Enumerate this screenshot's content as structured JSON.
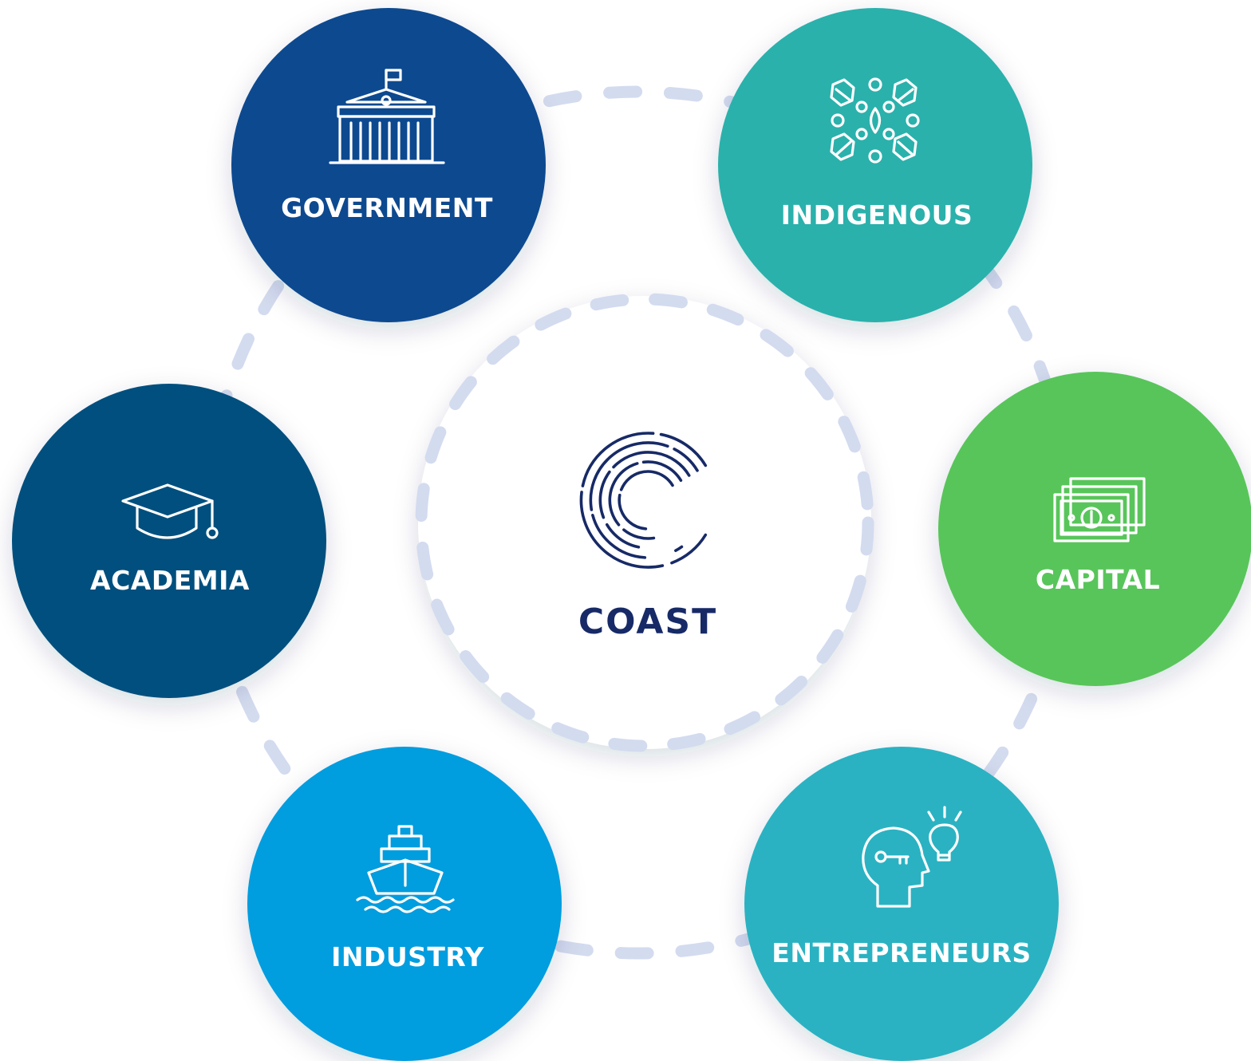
{
  "colors": {
    "background": "#ffffff",
    "dash_ring": "#d3dbef",
    "center_ink": "#172a67",
    "government": "#08488f",
    "indigenous": "#2cb1ac",
    "capital": "#58c55a",
    "entrepreneurs": "#2cb2c2",
    "industry": "#039ddf",
    "academia": "#044f7e"
  },
  "center": {
    "label": "COAST",
    "logo_icon": "coast-c-logo-icon"
  },
  "nodes": [
    {
      "id": "government",
      "label": "GOVERNMENT",
      "icon": "government-building-icon"
    },
    {
      "id": "indigenous",
      "label": "INDIGENOUS",
      "icon": "leaf-pattern-icon"
    },
    {
      "id": "capital",
      "label": "CAPITAL",
      "icon": "money-stack-icon"
    },
    {
      "id": "entrepreneurs",
      "label": "ENTREPRENEURS",
      "icon": "head-key-lightbulb-icon"
    },
    {
      "id": "industry",
      "label": "INDUSTRY",
      "icon": "ship-icon"
    },
    {
      "id": "academia",
      "label": "ACADEMIA",
      "icon": "graduation-cap-icon"
    }
  ]
}
